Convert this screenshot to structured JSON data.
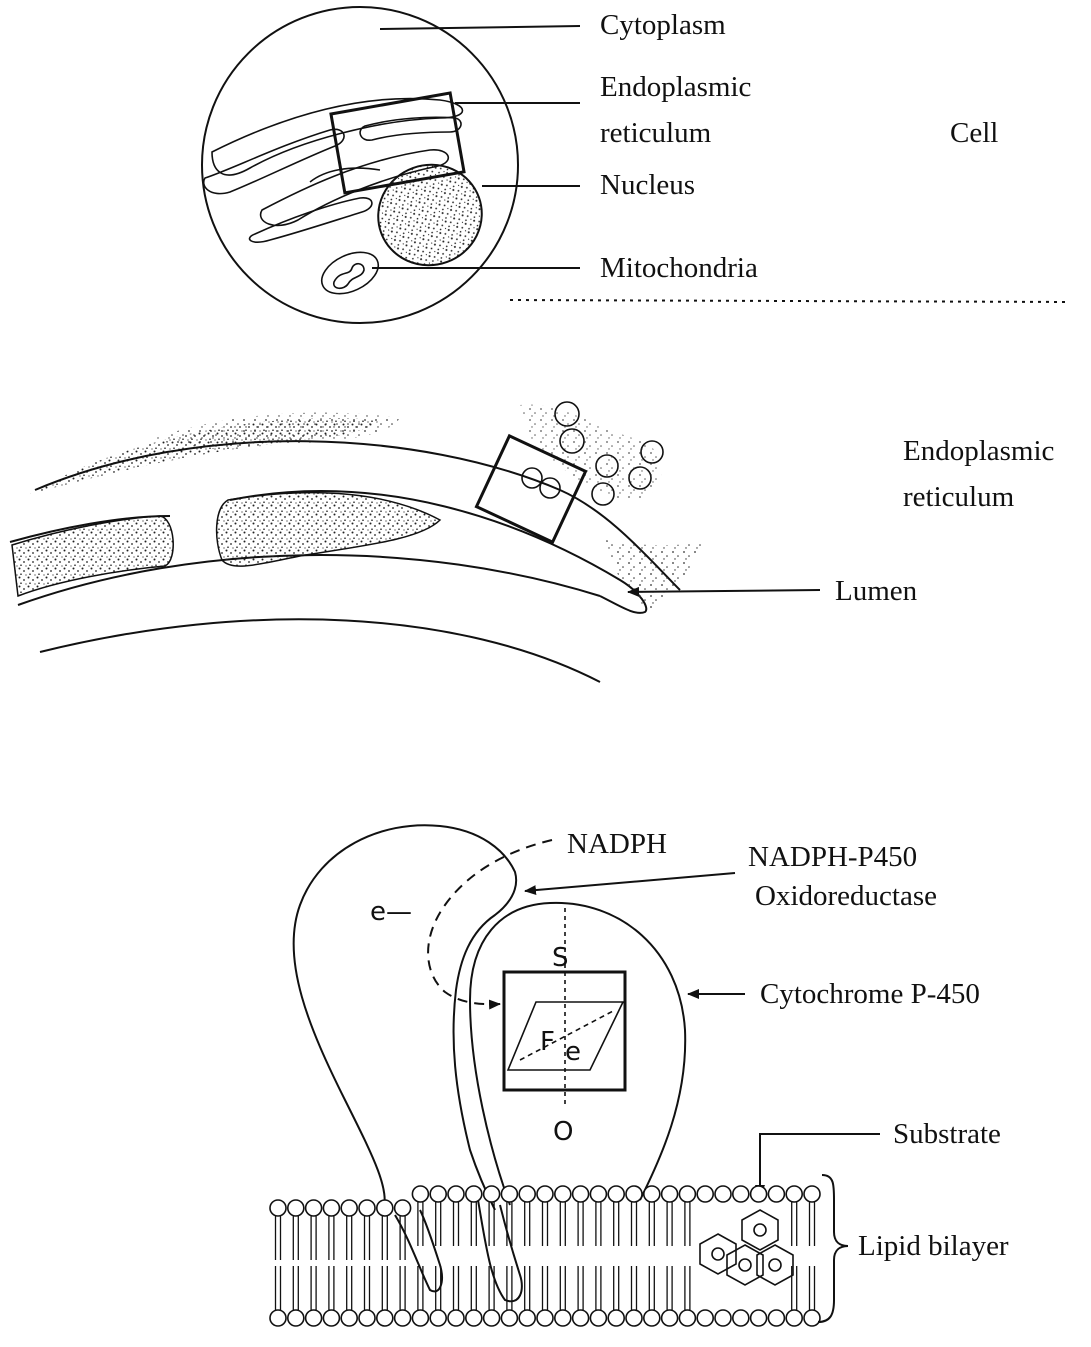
{
  "panel_cell": {
    "labels": {
      "cytoplasm": "Cytoplasm",
      "er_line1": "Endoplasmic",
      "er_line2": "reticulum",
      "nucleus": "Nucleus",
      "mitochondria": "Mitochondria",
      "title": "Cell"
    }
  },
  "panel_er": {
    "labels": {
      "title_line1": "Endoplasmic",
      "title_line2": "reticulum",
      "lumen": "Lumen"
    }
  },
  "panel_membrane": {
    "labels": {
      "nadph": "NADPH",
      "reductase_line1": "NADPH-P450",
      "reductase_line2": "Oxidoreductase",
      "electron": "e—",
      "sulfur": "S",
      "iron_f": "F",
      "iron_e": "e",
      "oxygen": "O",
      "cytochrome": "Cytochrome P-450",
      "substrate": "Substrate",
      "lipid_bilayer": "Lipid   bilayer"
    }
  }
}
